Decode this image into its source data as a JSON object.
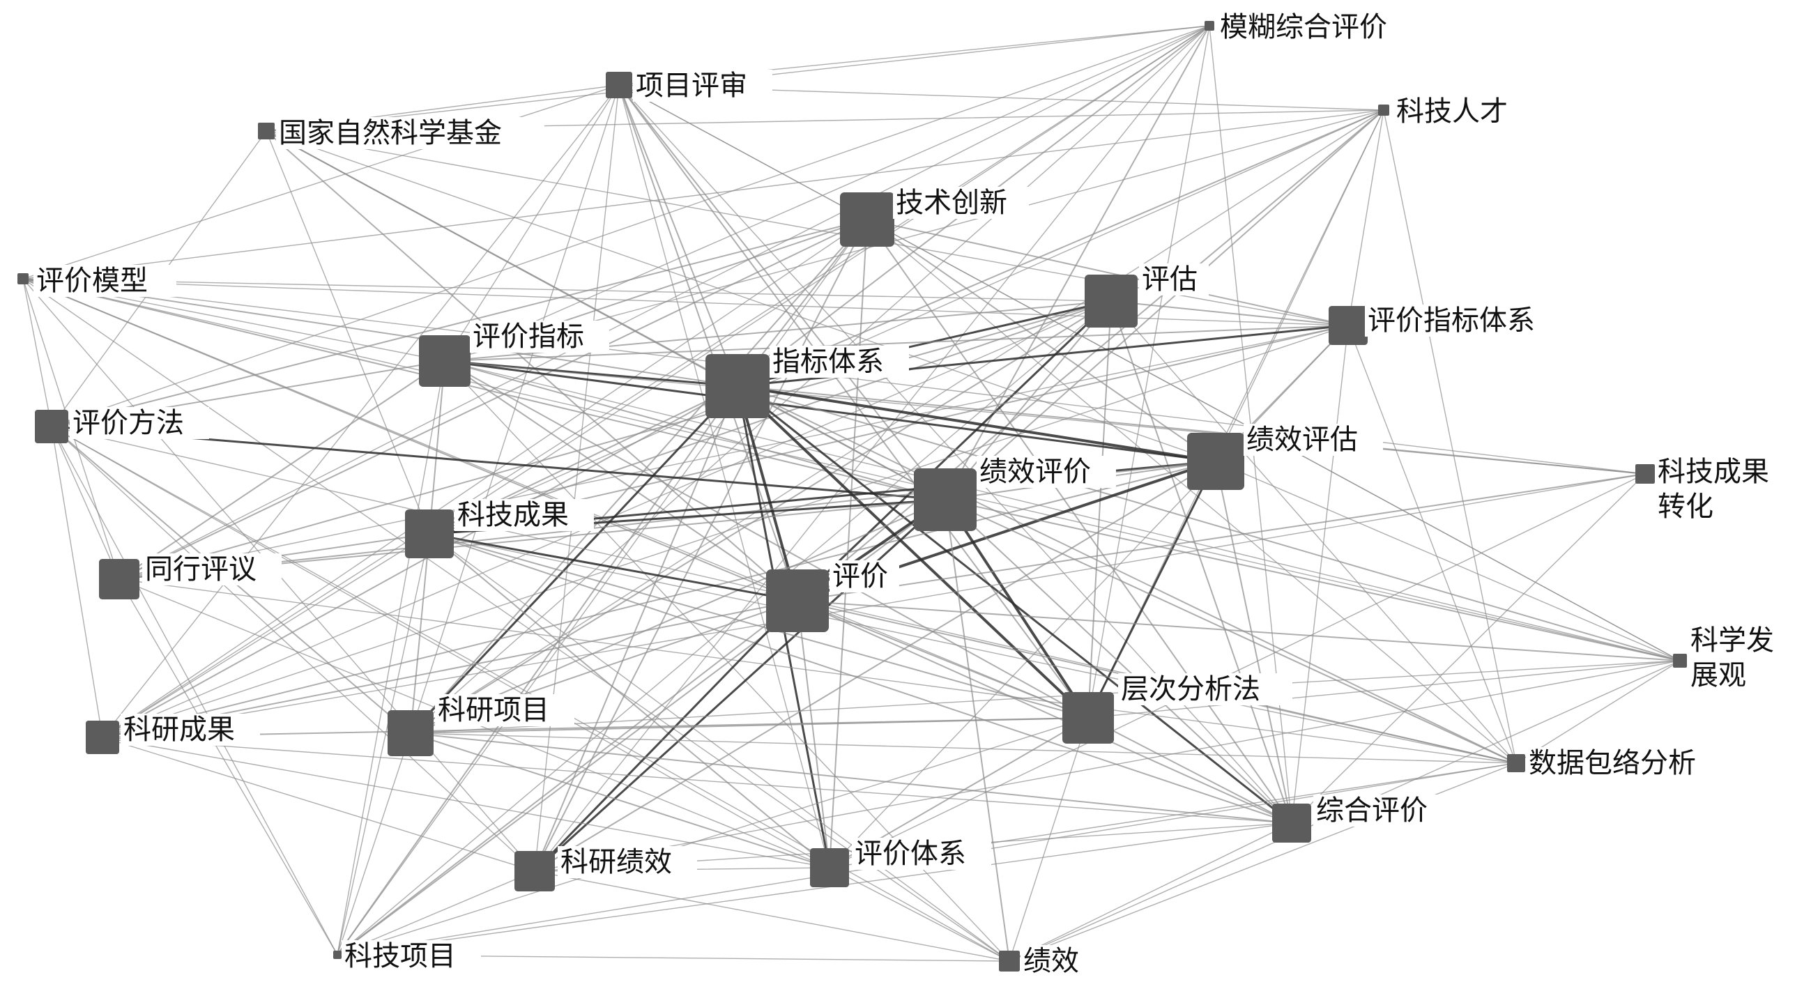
{
  "colors": {
    "node": "#5c5c5c",
    "edge_dark": "#2a2a2a",
    "edge_light": "#8c8c8c",
    "label": "#111111",
    "background": "#ffffff"
  },
  "nodes": [
    {
      "id": "mohu",
      "label": "模糊综合评价",
      "weight": 1
    },
    {
      "id": "xiangmu_pingshen",
      "label": "项目评审",
      "weight": 2
    },
    {
      "id": "keji_rencai",
      "label": "科技人才",
      "weight": 1
    },
    {
      "id": "guojia_ziran",
      "label": "国家自然科学基金",
      "weight": 1
    },
    {
      "id": "jishu_chuangxin",
      "label": "技术创新",
      "weight": 4
    },
    {
      "id": "pinggu",
      "label": "评估",
      "weight": 4
    },
    {
      "id": "pingjia_moxing",
      "label": "评价模型",
      "weight": 1
    },
    {
      "id": "pingjia_zhibiao_tixi",
      "label": "评价指标体系",
      "weight": 3
    },
    {
      "id": "pingjia_zhibiao",
      "label": "评价指标",
      "weight": 4
    },
    {
      "id": "zhibiao_tixi",
      "label": "指标体系",
      "weight": 6
    },
    {
      "id": "pingjia_fangfa",
      "label": "评价方法",
      "weight": 3
    },
    {
      "id": "jixiao_pinggu",
      "label": "绩效评估",
      "weight": 5
    },
    {
      "id": "jixiao_pingjia",
      "label": "绩效评价",
      "weight": 6
    },
    {
      "id": "keji_chengguo_zhuanhua",
      "label": "科技成果\n转化",
      "weight": 1
    },
    {
      "id": "keji_chengguo",
      "label": "科技成果",
      "weight": 4
    },
    {
      "id": "tonghang_pingyi",
      "label": "同行评议",
      "weight": 3
    },
    {
      "id": "pingjia",
      "label": "评价",
      "weight": 6
    },
    {
      "id": "kexue_fazhanguan",
      "label": "科学发\n展观",
      "weight": 1
    },
    {
      "id": "cengci_fenxi",
      "label": "层次分析法",
      "weight": 5
    },
    {
      "id": "keyan_chengguo",
      "label": "科研成果",
      "weight": 2
    },
    {
      "id": "keyan_xiangmu",
      "label": "科研项目",
      "weight": 4
    },
    {
      "id": "shuju_baoluo",
      "label": "数据包络分析",
      "weight": 1
    },
    {
      "id": "zonghe_pingjia",
      "label": "综合评价",
      "weight": 3
    },
    {
      "id": "keyan_jixiao",
      "label": "科研绩效",
      "weight": 3
    },
    {
      "id": "pingjia_tixi",
      "label": "评价体系",
      "weight": 3
    },
    {
      "id": "keji_xiangmu",
      "label": "科技项目",
      "weight": 1
    },
    {
      "id": "jixiao",
      "label": "绩效",
      "weight": 1
    }
  ]
}
